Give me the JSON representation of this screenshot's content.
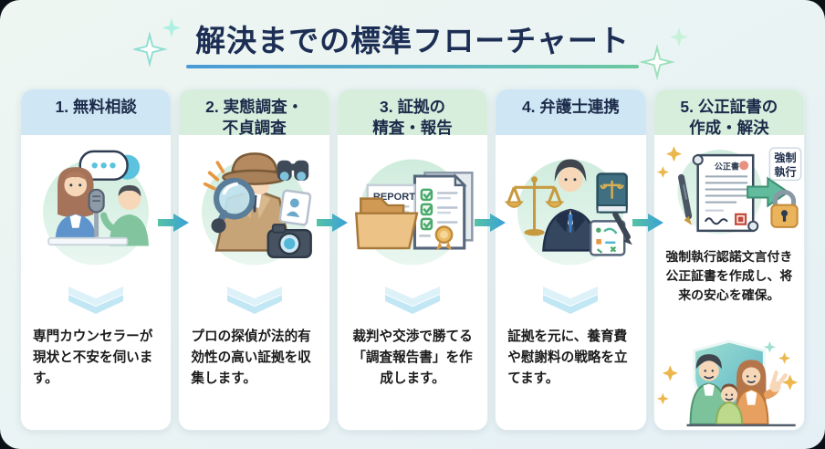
{
  "title": "解決までの標準フローチャート",
  "steps": [
    {
      "title_line1": "1. 無料相談",
      "title_line2": "",
      "description": "専門カウンセラーが現状と不安を伺います。"
    },
    {
      "title_line1": "2. 実態調査・",
      "title_line2": "不貞調査",
      "description": "プロの探偵が法的有効性の高い証拠を収集します。"
    },
    {
      "title_line1": "3. 証拠の",
      "title_line2": "精査・報告",
      "description": "裁判や交渉で勝てる「調査報告書」を作成します。",
      "report_label": "REPORT"
    },
    {
      "title_line1": "4. 弁護士連携",
      "title_line2": "",
      "description": "証拠を元に、養育費や慰謝料の戦略を立てます。"
    },
    {
      "title_line1": "5. 公正証書の",
      "title_line2": "作成・解決",
      "description": "強制執行認諾文言付き公正証書を作成し、将来の安心を確保。",
      "deed_label": "公正書",
      "badge_line1": "強制",
      "badge_line2": "執行"
    }
  ],
  "colors": {
    "title_text": "#1c2e54",
    "header_blue": "#cfe7f4",
    "header_green": "#d8eedd",
    "underline_start": "#4a9ad8",
    "underline_end": "#6cc9a0",
    "arrow_start": "#56c2a4",
    "arrow_end": "#3aa0d8",
    "background": "#eaf4f1"
  }
}
